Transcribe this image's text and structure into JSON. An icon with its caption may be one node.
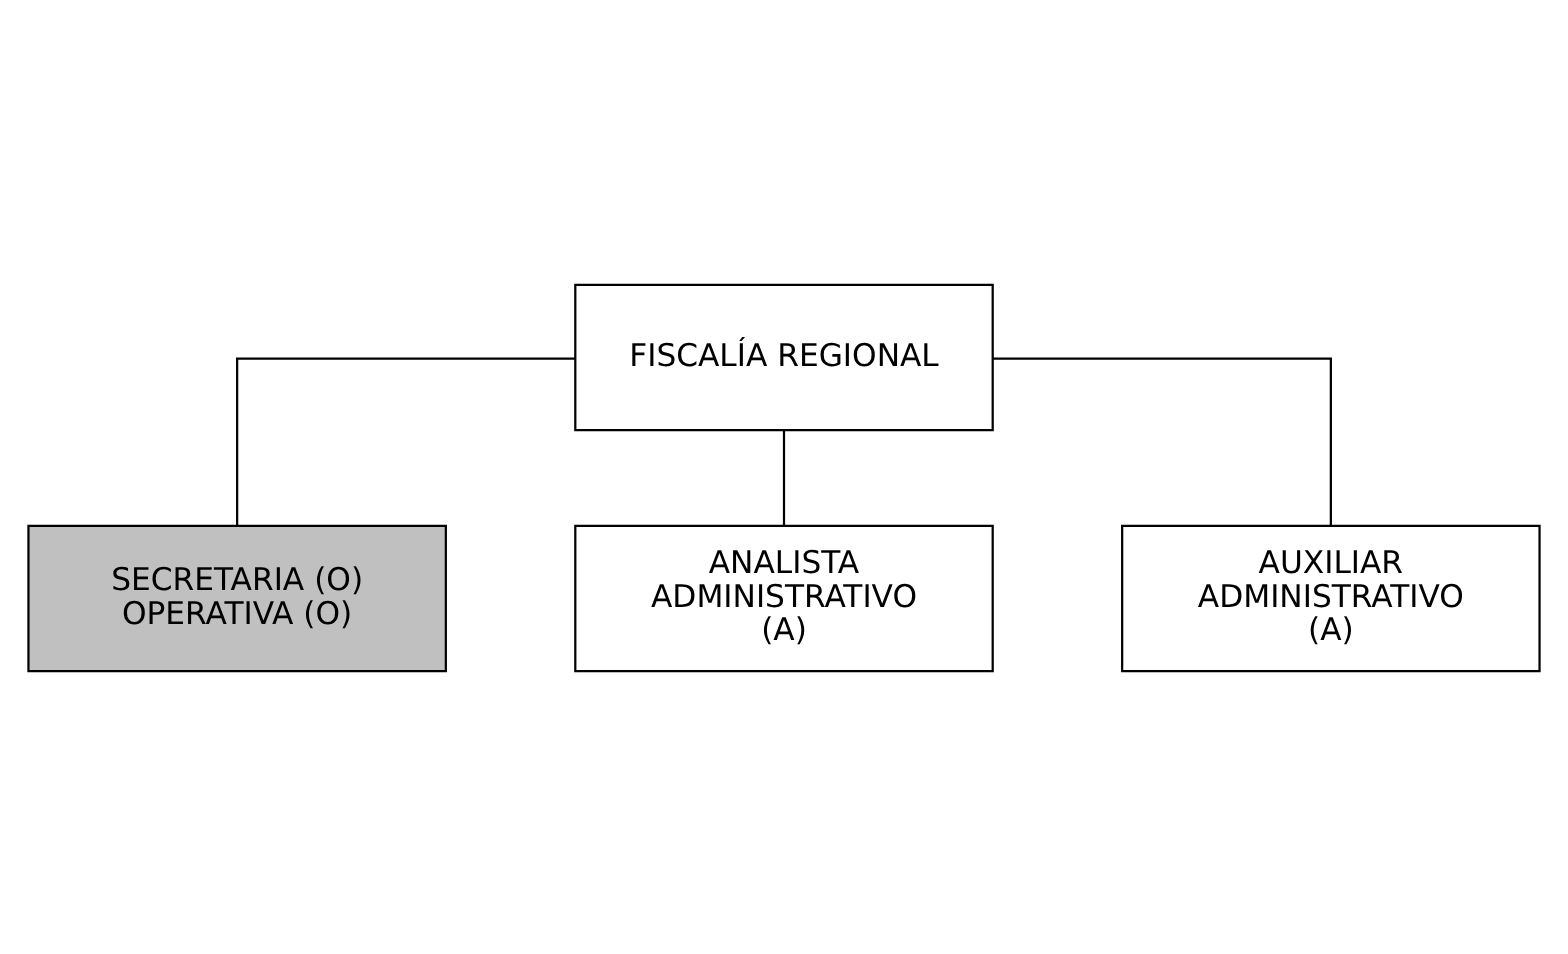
{
  "diagram": {
    "nodes": [
      {
        "text": [
          "FISCALÍA REGIONAL"
        ]
      },
      {
        "text": [
          "SECRETARIA (O) OPERATIVA (O)"
        ]
      },
      {
        "text": [
          "ANALISTA ADMINISTRATIVO (A)"
        ]
      },
      {
        "text": [
          "AUXILIAR ADMINISTRATIVO (A)"
        ]
      }
    ],
    "edges": [
      {
        "from": 0,
        "to": 1,
        "arrow": "none"
      },
      {
        "from": 0,
        "to": 2,
        "arrow": "none"
      },
      {
        "from": 0,
        "to": 3,
        "arrow": "none"
      }
    ]
  }
}
